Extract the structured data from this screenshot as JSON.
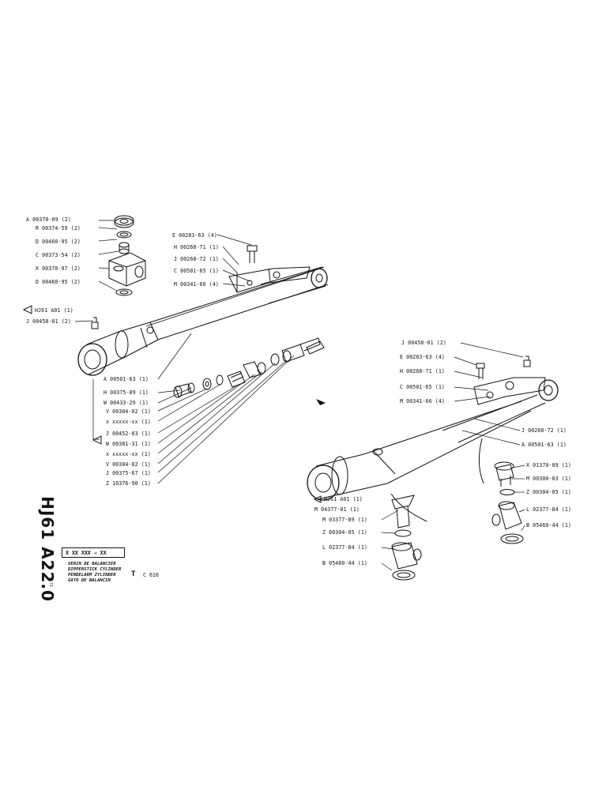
{
  "sheet_code": "HJ61 A22.0",
  "sheet_sub": "9-71",
  "serial_range": "X XX XXX → XX",
  "titles": [
    "VERIN DE BALANCIER",
    "DIPPERSTICK CYLINDER",
    "PENDELARM ZYLINDER",
    "GATO DE BALANCIN"
  ],
  "title_letter": "T",
  "model": "C 610",
  "labels_left": {
    "a1": "A 00370-09 (2)",
    "r1": "R 00374-59 (2)",
    "d1": "D 00460-95 (2)",
    "c1": "C 00373-54 (2)",
    "x1": "X 00370-97 (2)",
    "d2": "D 00460-95 (2)",
    "ref1": "HJ61  A01 (1)",
    "j1": "J 00458-01 (2)",
    "e1": "E 00283-63 (4)",
    "h1": "H 00268-71 (1)",
    "j2": "J 00268-72 (1)",
    "c2": "C 00501-65 (1)",
    "m1": "M 00341-66 (4)",
    "a2": "A 00501-63 (1)",
    "h2": "H 00375-89 (1)",
    "w1": "W 00433-29 (1)",
    "v1": "V 00304-02 (1)",
    "xx1": "x xxxxx-xx (1)",
    "j3": "J 00452-03 (1)",
    "w2": "W 00381-31 (1)",
    "xx2": "x xxxxx-xx (1)",
    "v2": "V 00304-02 (1)",
    "j4": "J 00375-67 (1)",
    "z1": "Z 10376-90 (1)"
  },
  "labels_right": {
    "j5": "J 00458-01 (2)",
    "e2": "E 00283-63 (4)",
    "h3": "H 00268-71 (1)",
    "c3": "C 00501-65 (1)",
    "m2": "M 00341-66 (4)",
    "j6": "J 00268-72 (1)",
    "a3": "A 00501-63 (1)",
    "x2": "X 01370-09 (1)",
    "m3": "M 00300-03 (1)",
    "z2": "Z 00304-05 (1)",
    "l1": "L 02377-84 (1)",
    "b1": "B 05460-44 (1)",
    "ref2": "HJ61  A01 (1)",
    "m4": "M 04377-01 (1)",
    "m5": "M 03377-89 (1)",
    "z3": "Z 00304-05 (1)",
    "l2": "L 02377-84 (1)",
    "b2": "B 05460-44 (1)"
  }
}
